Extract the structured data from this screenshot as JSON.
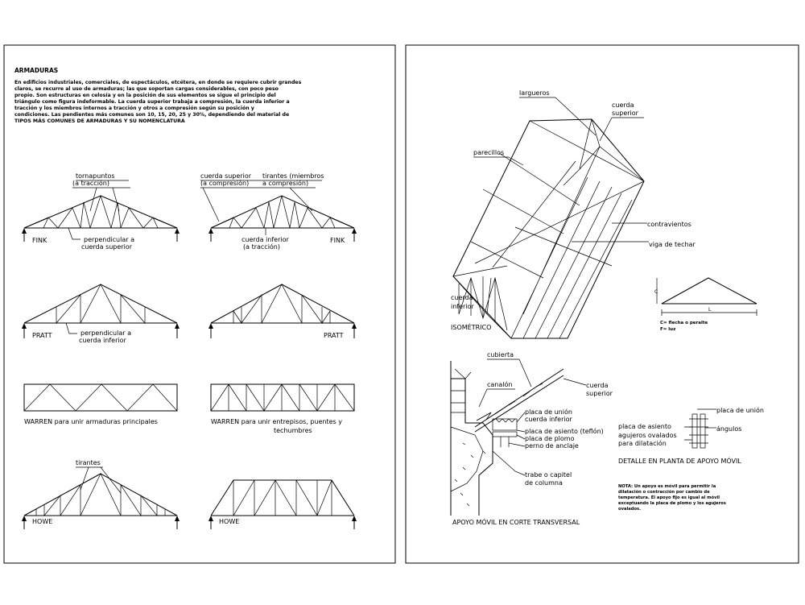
{
  "left_sheet": {
    "title": "ARMADURAS",
    "paragraph": [
      "En edificios industriales, comerciales, de espectáculos, etcétera, en donde se requiere cubrir grandes",
      "claros, se recurre al uso de armaduras; las que soportan cargas considerables, con poco peso",
      "propio. Son estructuras en celosía y en la posición de sus elementos se sigue el principio del",
      "triángulo como figura indeformable. La cuerda superior trabaja a compresión, la cuerda inferior a",
      "tracción y los miembros internos a tracción y otros a compresión según su posición y",
      "condiciones. Las pendientes más comunes son 10, 15, 20, 25 y 30%, dependiendo del material de",
      "TIPOS MÁS COMUNES DE ARMADURAS Y SU NOMENCLATURA"
    ],
    "labels": {
      "tornapuntos_1": "tornapuntos",
      "tornapuntos_2": "(a tracción)",
      "cuerda_sup_1": "cuerda superior",
      "cuerda_sup_2": "(a compresión)",
      "tirantes_1": "tirantes (miembros",
      "tirantes_2": "a compresión)",
      "fink": "FINK",
      "perpendicular_1": "perpendicular a",
      "perpendicular_2": "cuerda superior",
      "cuerda_inf_1": "cuerda inferior",
      "cuerda_inf_2": "(a tracción)",
      "pratt": "PRATT",
      "perpendicular_inf_1": "perpendicular a",
      "perpendicular_inf_2": "cuerda inferior",
      "warren_principales": "WARREN para unir armaduras principales",
      "warren_entrepisos": "WARREN para unir entrepisos, puentes y",
      "techumbres": "techumbres",
      "tirantes": "tirantes",
      "howe": "HOWE"
    }
  },
  "right_sheet": {
    "labels": {
      "largueros": "largueros",
      "cuerda_1": "cuerda",
      "superior": "superior",
      "parecillos": "parecillos",
      "contravientos": "contravientos",
      "viga_techar": "viga de techar",
      "cuerda_inferior_1": "cuerda",
      "cuerda_inferior_2": "inferior",
      "isometrico": "ISOMÉTRICO",
      "flecha_1": "C= flecha o peralte",
      "flecha_2": "F= luz",
      "c": "C",
      "l": "L",
      "cubierta": "cubierta",
      "canalon": "canalón",
      "cuerda_sup_b_1": "cuerda",
      "cuerda_sup_b_2": "superior",
      "placa_union": "placa de unión",
      "cuerda_inf_b": "cuerda inferior",
      "placa_asiento": "placa de asiento (teflón)",
      "placa_plomo": "placa de plomo",
      "perno_anclaje": "perno de anclaje",
      "trabe_1": "trabe o capitel",
      "trabe_2": "de columna",
      "apoyo_corte": "APOYO MÓVIL   EN CORTE TRANSVERSAL",
      "placa_union_r": "placa de unión",
      "placa_asiento_r": "placa de asiento",
      "agujeros_1": "agujeros ovalados",
      "agujeros_2": "para dilatación",
      "angulos": "ángulos",
      "detalle_planta": "DETALLE EN PLANTA DE APOYO MÓVIL",
      "nota": [
        "NOTA: Un apoyo es móvil para permitir la",
        "dilatación o contracción por cambio de",
        "temperatura. El apoyo fijo es igual al móvil",
        "exceptuando la placa de plomo y los agujeros",
        "ovalados."
      ]
    }
  }
}
